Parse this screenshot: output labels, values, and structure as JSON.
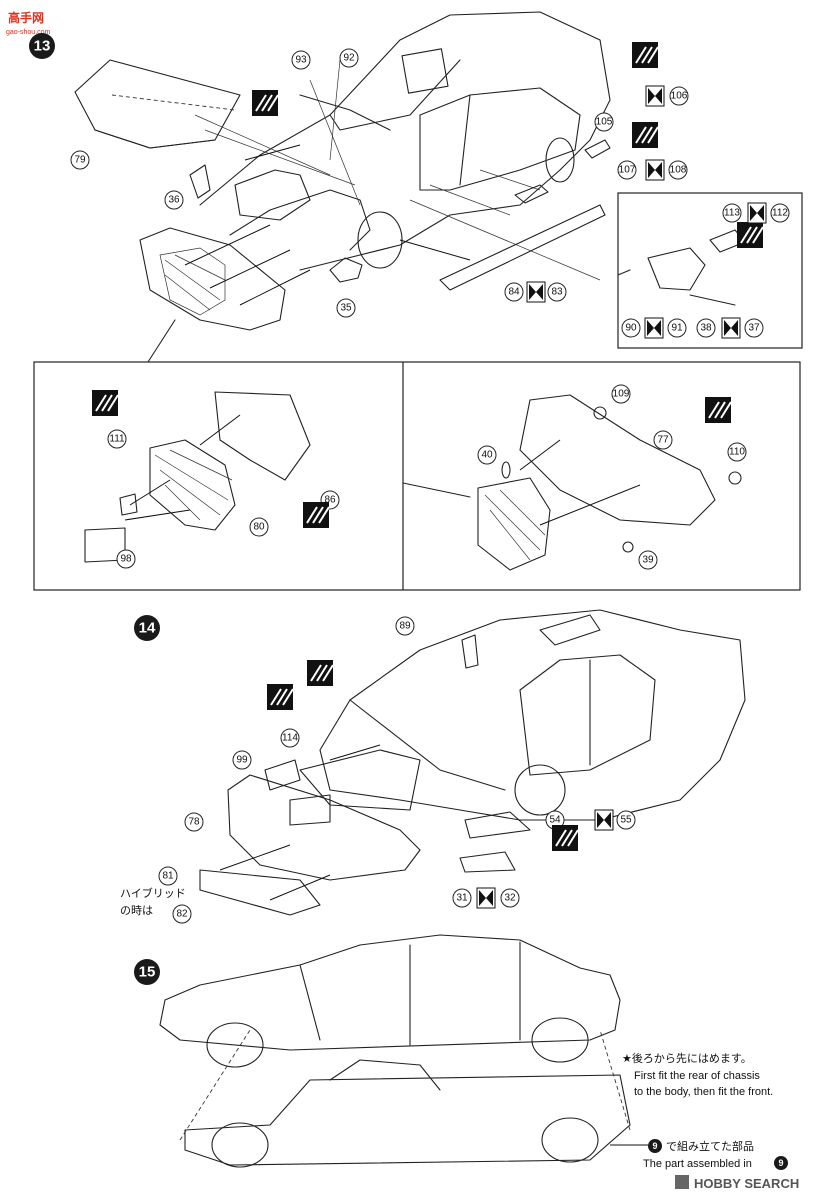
{
  "watermark_top": {
    "logo_text": "高手网",
    "url": "gao-shou.com"
  },
  "watermark_bottom": "HOBBY SEARCH",
  "steps": {
    "s13": "13",
    "s14": "14",
    "s15": "15"
  },
  "step13_parts": [
    "79",
    "93",
    "92",
    "105",
    "106",
    "107",
    "108",
    "36",
    "35",
    "84",
    "83",
    "113",
    "112",
    "90",
    "91",
    "38",
    "37",
    "111",
    "86",
    "80",
    "98",
    "109",
    "77",
    "40",
    "110",
    "39"
  ],
  "step14_parts": [
    "89",
    "114",
    "99",
    "78",
    "81",
    "82",
    "54",
    "55",
    "31",
    "32"
  ],
  "step14_note": {
    "line1": "ハイブリッド",
    "line2_prefix": "の時は",
    "part": "82"
  },
  "step15_note": {
    "jp": "★後ろから先にはめます。",
    "en_line1": "First fit the rear of chassis",
    "en_line2": "to the body, then fit the front.",
    "ref_jp_suffix": "で組み立てた部品",
    "ref_en_prefix": "The part assembled in",
    "ref_step": "9"
  },
  "colors": {
    "logo_red": "#e0301e",
    "ink": "#222222"
  },
  "icons": [
    "paint-instruction-icon",
    "left-right-pair-icon"
  ]
}
